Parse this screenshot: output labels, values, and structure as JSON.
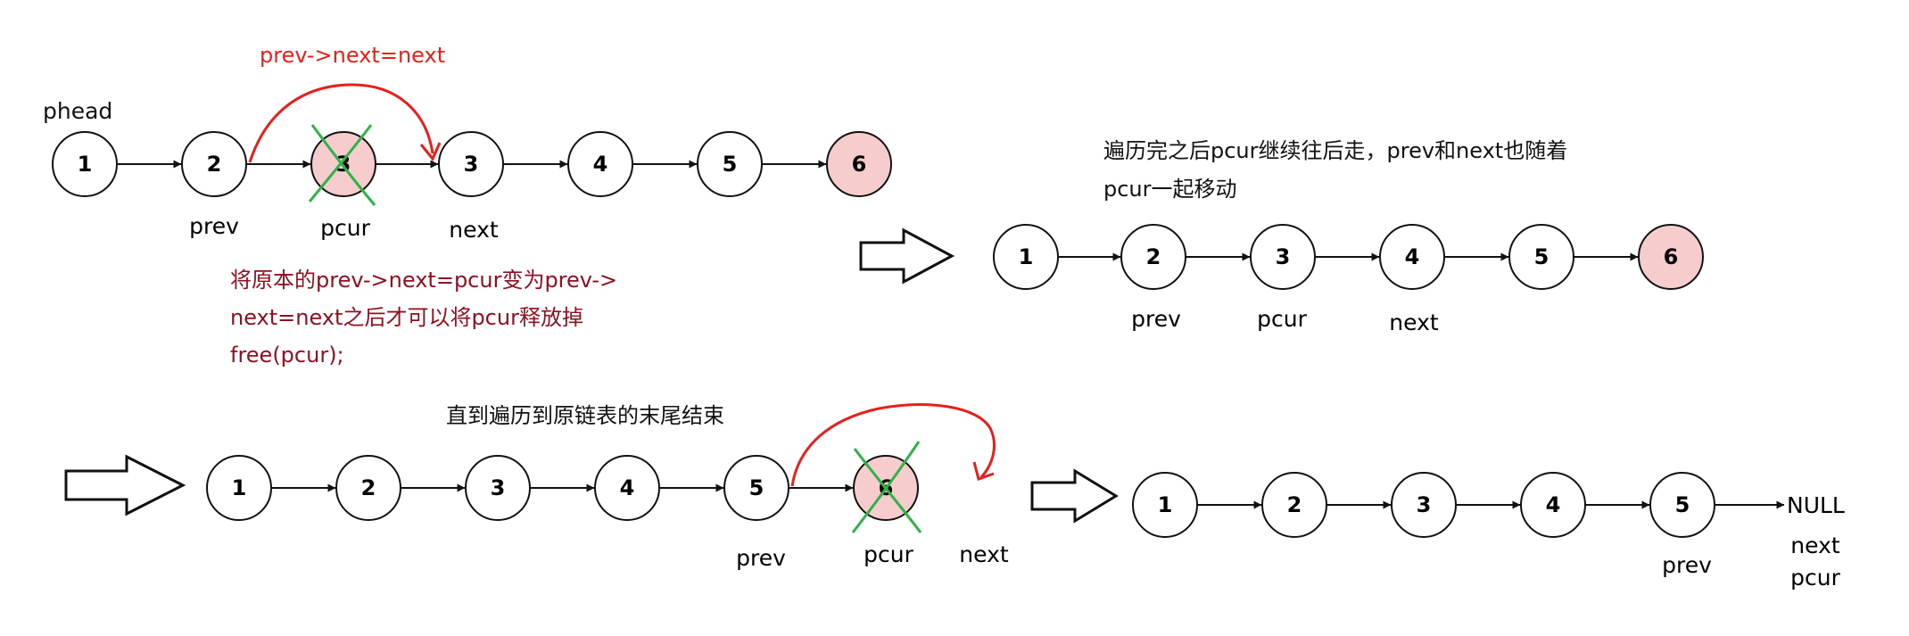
{
  "colors": {
    "node_fill": "#ffffff",
    "node_highlight_fill": "#f6cccc",
    "stroke": "#111111",
    "red_annotation": "#e8201c",
    "dark_red_text": "#8f1020",
    "green_cross": "#2fb24a"
  },
  "icons": [
    "arrow-right-icon",
    "cross-icon",
    "curved-arrow-icon"
  ],
  "top_diagram": {
    "annotation": "prev->next=next",
    "head_label": "phead",
    "nodes": [
      "1",
      "2",
      "3",
      "3",
      "4",
      "5",
      "6"
    ],
    "labels": {
      "prev": "prev",
      "pcur": "pcur",
      "next": "next"
    },
    "note_lines": [
      "将原本的prev->next=pcur变为prev->",
      "next=next之后才可以将pcur释放掉",
      "free(pcur);"
    ]
  },
  "right_diagram": {
    "note_lines": [
      "遍历完之后pcur继续往后走，prev和next也随着",
      "pcur一起移动"
    ],
    "nodes": [
      "1",
      "2",
      "3",
      "4",
      "5",
      "6"
    ],
    "labels": {
      "prev": "prev",
      "pcur": "pcur",
      "next": "next"
    }
  },
  "bottom_diagram": {
    "note": "直到遍历到原链表的末尾结束",
    "nodes": [
      "1",
      "2",
      "3",
      "4",
      "5",
      "6"
    ],
    "labels": {
      "prev": "prev",
      "pcur": "pcur",
      "next": "next"
    }
  },
  "final_diagram": {
    "nodes": [
      "1",
      "2",
      "3",
      "4",
      "5"
    ],
    "null_label": "NULL",
    "labels": {
      "prev": "prev",
      "next": "next",
      "pcur": "pcur"
    }
  }
}
